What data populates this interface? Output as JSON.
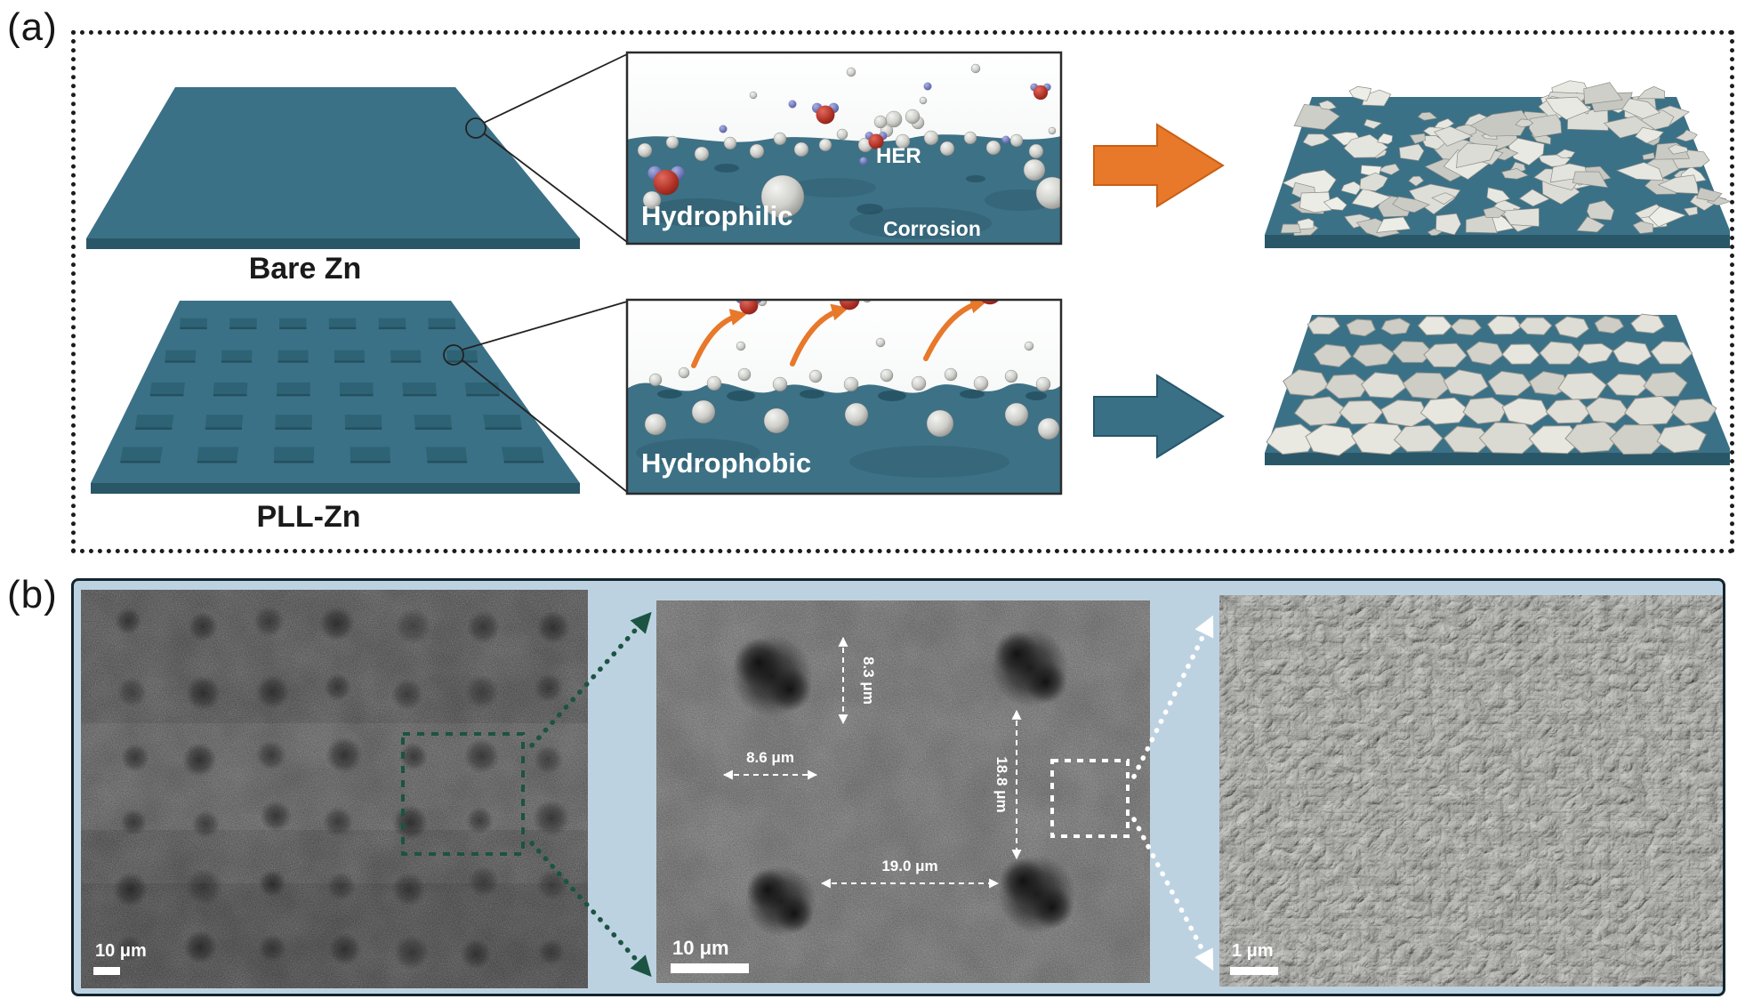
{
  "figure": {
    "panel_a": {
      "label": "(a)",
      "bare": {
        "name": "Bare Zn",
        "inset": {
          "her": "HER",
          "wetting": "Hydrophilic",
          "corrosion": "Corrosion"
        }
      },
      "pll": {
        "name": "PLL-Zn",
        "inset": {
          "wetting": "Hydrophobic"
        }
      }
    },
    "panel_b": {
      "label": "(b)",
      "sem_low": {
        "scale_bar": "10 μm"
      },
      "sem_mid": {
        "scale_bar": "10 μm",
        "dot_height": "8.3 μm",
        "dot_width": "8.6 μm",
        "pitch_vertical": "18.8 μm",
        "pitch_horizontal": "19.0 μm"
      },
      "sem_high": {
        "scale_bar": "1 μm"
      }
    },
    "colors": {
      "zinc_teal": "#3b7187",
      "teal_dark": "#2a5768",
      "arrow_orange": "#e8782a",
      "panel_b_background": "#bdd2e1",
      "zoom_green": "#1b5443"
    }
  }
}
